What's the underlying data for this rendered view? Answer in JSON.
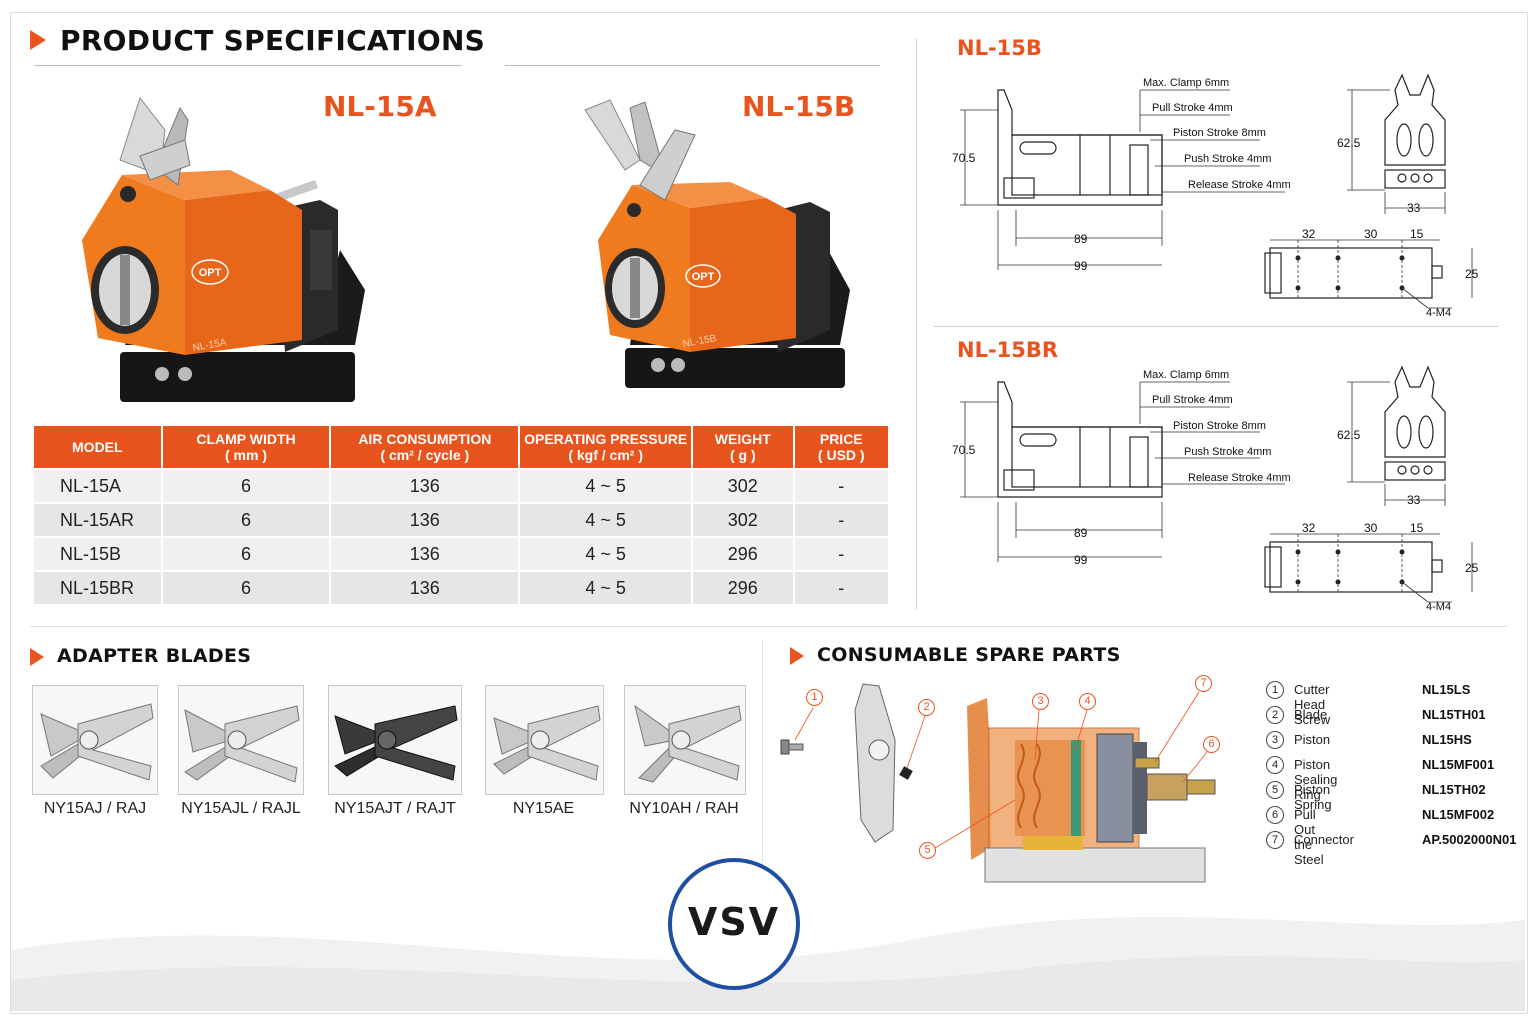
{
  "header": {
    "title": "PRODUCT SPECIFICATIONS"
  },
  "products": [
    {
      "label": "NL-15A",
      "body_text": "NL-15A",
      "logo_text": "OPT"
    },
    {
      "label": "NL-15B",
      "body_text": "NL-15B",
      "logo_text": "OPT"
    }
  ],
  "spec_table": {
    "headers": [
      {
        "line1": "MODEL",
        "line2": ""
      },
      {
        "line1": "CLAMP WIDTH",
        "line2": "( mm )"
      },
      {
        "line1": "AIR CONSUMPTION",
        "line2": "( cm² / cycle )"
      },
      {
        "line1": "OPERATING PRESSURE",
        "line2": "( kgf / cm² )"
      },
      {
        "line1": "WEIGHT",
        "line2": "( g )"
      },
      {
        "line1": "PRICE",
        "line2": "( USD )"
      }
    ],
    "rows": [
      [
        "NL-15A",
        "6",
        "136",
        "4 ~ 5",
        "302",
        "-"
      ],
      [
        "NL-15AR",
        "6",
        "136",
        "4 ~ 5",
        "302",
        "-"
      ],
      [
        "NL-15B",
        "6",
        "136",
        "4 ~ 5",
        "296",
        "-"
      ],
      [
        "NL-15BR",
        "6",
        "136",
        "4 ~ 5",
        "296",
        "-"
      ]
    ]
  },
  "drawings": [
    {
      "title": "NL-15B",
      "notes": [
        "Max. Clamp 6mm",
        "Pull Stroke 4mm",
        "Piston Stroke 8mm",
        "Push Stroke 4mm",
        "Release Stroke 4mm"
      ],
      "dims": {
        "height": "70.5",
        "len1": "89",
        "len2": "99",
        "front_h": "62.5",
        "front_w": "33",
        "top_a": "32",
        "top_b": "30",
        "top_c": "15",
        "top_h": "25",
        "holes": "4-M4"
      }
    },
    {
      "title": "NL-15BR",
      "notes": [
        "Max. Clamp 6mm",
        "Pull Stroke 4mm",
        "Piston Stroke 8mm",
        "Push Stroke 4mm",
        "Release Stroke 4mm"
      ],
      "dims": {
        "height": "70.5",
        "len1": "89",
        "len2": "99",
        "front_h": "62.5",
        "front_w": "33",
        "top_a": "32",
        "top_b": "30",
        "top_c": "15",
        "top_h": "25",
        "holes": "4-M4"
      }
    }
  ],
  "adapter_blades": {
    "title": "ADAPTER BLADES",
    "items": [
      {
        "caption": "NY15AJ / RAJ",
        "color": "#c9c9c9"
      },
      {
        "caption": "NY15AJL / RAJL",
        "color": "#c9c9c9"
      },
      {
        "caption": "NY15AJT / RAJT",
        "color": "#3a3a3a"
      },
      {
        "caption": "NY15AE",
        "color": "#c9c9c9"
      },
      {
        "caption": "NY10AH / RAH",
        "color": "#c9c9c9"
      }
    ]
  },
  "spare_parts": {
    "title": "CONSUMABLE SPARE PARTS",
    "callouts": [
      "1",
      "2",
      "3",
      "4",
      "5",
      "6",
      "7"
    ],
    "items": [
      {
        "num": "1",
        "name": "Cutter Head Screw",
        "code": "NL15LS"
      },
      {
        "num": "2",
        "name": "Blade",
        "code": "NL15TH01"
      },
      {
        "num": "3",
        "name": "Piston",
        "code": "NL15HS"
      },
      {
        "num": "4",
        "name": "Piston Sealing Ring",
        "code": "NL15MF001"
      },
      {
        "num": "5",
        "name": "Piston Spring",
        "code": "NL15TH02"
      },
      {
        "num": "6",
        "name": "Pull Out the Steel",
        "code": "NL15MF002"
      },
      {
        "num": "7",
        "name": "Connector",
        "code": "AP.5002000N01"
      }
    ]
  },
  "brand": {
    "logo_text": "VSV"
  },
  "colors": {
    "accent": "#e8541e",
    "body_orange": "#f07a1e",
    "dark": "#1e1e1e"
  }
}
